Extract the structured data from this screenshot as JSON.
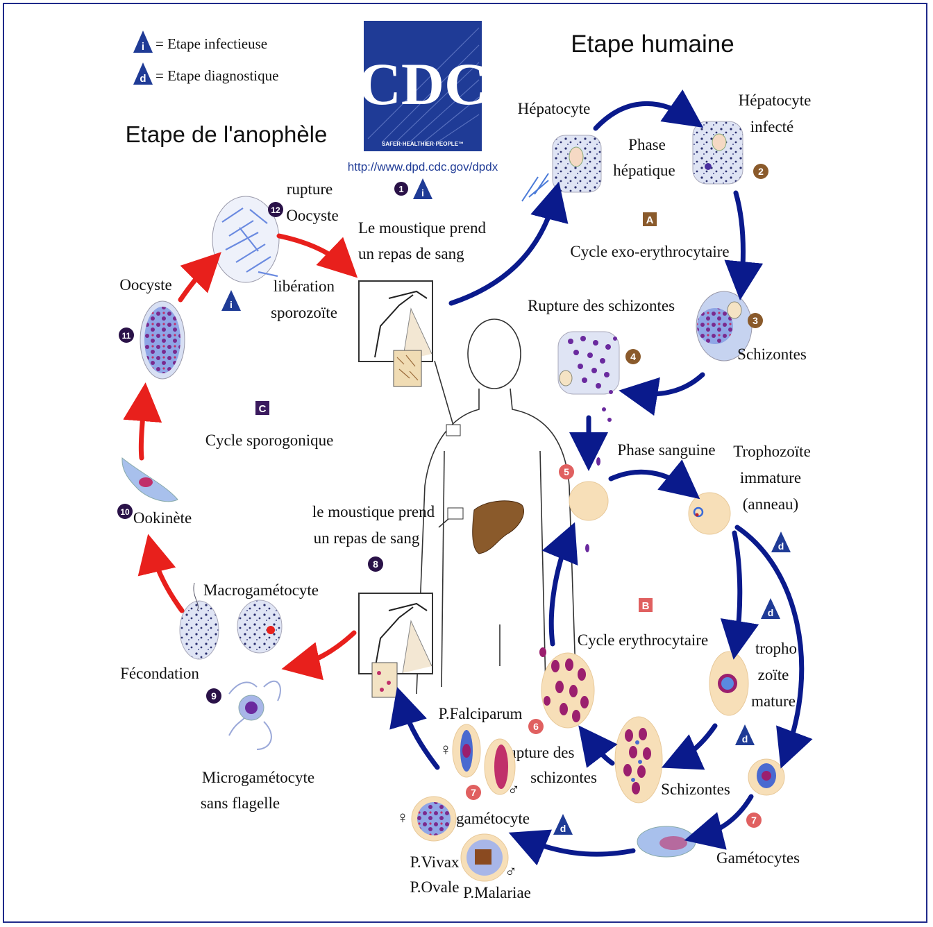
{
  "legend": {
    "infective_symbol": "i",
    "infective_label": "= Etape infectieuse",
    "diagnostic_symbol": "d",
    "diagnostic_label": "= Etape diagnostique"
  },
  "logo": {
    "text": "CDC",
    "tagline": "SAFER·HEALTHIER·PEOPLE™",
    "url": "http://www.dpd.cdc.gov/dpdx"
  },
  "headings": {
    "mosquito_stage": "Etape de l'anophèle",
    "human_stage": "Etape humaine"
  },
  "cycles": {
    "A_letter": "A",
    "A_label": "Cycle exo-erythrocytaire",
    "B_letter": "B",
    "B_label": "Cycle erythrocytaire",
    "C_letter": "C",
    "C_label": "Cycle sporogonique",
    "hepatic_phase_line1": "Phase",
    "hepatic_phase_line2": "hépatique",
    "blood_phase": "Phase sanguine"
  },
  "steps": {
    "s1": "1",
    "s1_line1": "Le moustique prend",
    "s1_line2": "un repas de sang",
    "s2": "2",
    "hepatocyte": "Hépatocyte",
    "infected_line1": "Hépatocyte",
    "infected_line2": "infecté",
    "s3": "3",
    "schizontes_liver": "Schizontes",
    "s4": "4",
    "rupture_schizontes": "Rupture des schizontes",
    "s5": "5",
    "tropho_immature_line1": "Trophozoïte",
    "tropho_immature_line2": "immature",
    "tropho_immature_line3": "(anneau)",
    "tropho_mature_line1": "tropho",
    "tropho_mature_line2": "zoïte",
    "tropho_mature_line3": "mature",
    "schizontes_blood": "Schizontes",
    "s6": "6",
    "p_falciparum": "P.Falciparum",
    "rupture_line1": "rupture des",
    "rupture_line2": "schizontes",
    "s7": "7",
    "gametocyte": "gamétocyte",
    "gametocytes": "Gamétocytes",
    "p_vivax": "P.Vivax",
    "p_ovale": "P.Ovale",
    "p_malariae": "P.Malariae",
    "s8": "8",
    "s8_line1": "le moustique prend",
    "s8_line2": "un repas de sang",
    "s9": "9",
    "macrogametocyte": "Macrogamétocyte",
    "fecondation": "Fécondation",
    "microgam_line1": "Microgamétocyte",
    "microgam_line2": "sans flagelle",
    "s10": "10",
    "ookinete": "Ookinète",
    "s11": "11",
    "oocyste": "Oocyste",
    "s12": "12",
    "rupture_oocyste_line1": "rupture",
    "rupture_oocyste_line2": "Oocyste",
    "liberation_line1": "libération",
    "liberation_line2": "sporozoïte",
    "female_symbol": "♀",
    "male_symbol": "♂"
  },
  "colors": {
    "frame": "#1f2a8a",
    "human_arrow": "#0a1a8c",
    "mosquito_arrow": "#e8201c",
    "cdc_blue": "#1f3b96",
    "purple_badge": "#3a1a5e",
    "brown_badge": "#8a5a2b",
    "red_badge": "#e06060",
    "cell": "#f7dfb8",
    "parasite": "#9b1f6e"
  }
}
